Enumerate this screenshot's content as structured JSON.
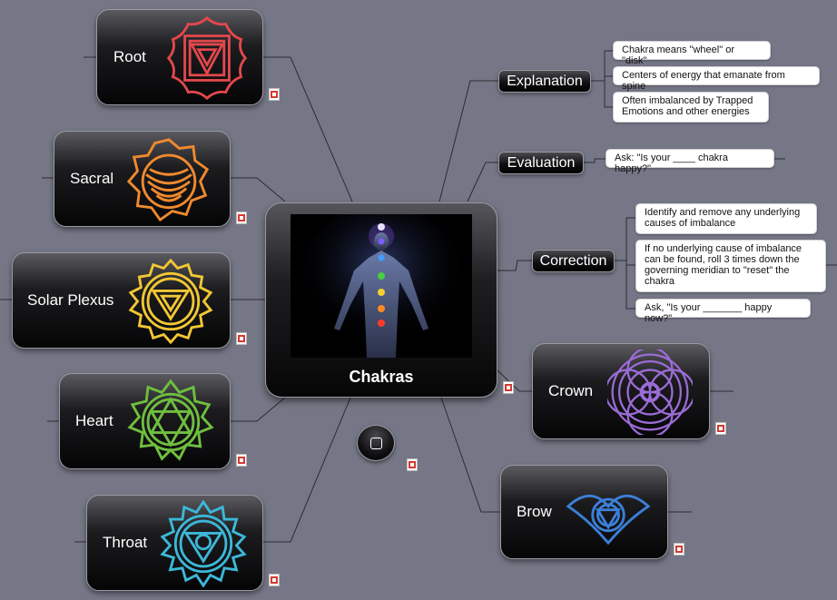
{
  "central": {
    "title": "Chakras"
  },
  "chakras": {
    "root": {
      "label": "Root",
      "color": "#e2484c"
    },
    "sacral": {
      "label": "Sacral",
      "color": "#f08a2e"
    },
    "solar_plexus": {
      "label": "Solar Plexus",
      "color": "#f2c733"
    },
    "heart": {
      "label": "Heart",
      "color": "#6fbf3e"
    },
    "throat": {
      "label": "Throat",
      "color": "#3cb8d8"
    },
    "crown": {
      "label": "Crown",
      "color": "#9b6cd6"
    },
    "brow": {
      "label": "Brow",
      "color": "#3c7fd8"
    }
  },
  "branches": {
    "explanation": {
      "label": "Explanation",
      "notes": [
        "Chakra means \"wheel\" or \"disk\"",
        "Centers of energy that emanate from spine",
        "Often imbalanced by Trapped Emotions and other energies"
      ]
    },
    "evaluation": {
      "label": "Evaluation",
      "notes": [
        "Ask: \"Is your ____ chakra happy?\""
      ]
    },
    "correction": {
      "label": "Correction",
      "notes": [
        "Identify and remove any underlying causes of imbalance",
        "If no underlying cause of imbalance can be found, roll 3 times down the governing meridian to \"reset\" the chakra",
        "Ask, \"Is your _______ happy now?\""
      ]
    }
  },
  "colors": {
    "background": "#757786",
    "connector": "#2c2c34",
    "attachment": "#d23a32"
  }
}
